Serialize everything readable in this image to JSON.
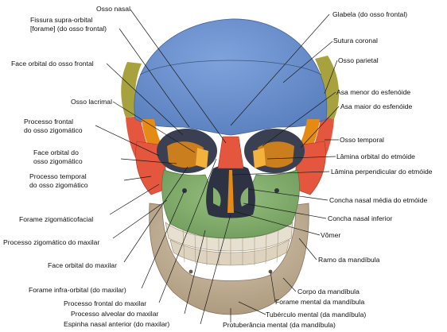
{
  "labels_left": [
    {
      "id": "osso-nasal",
      "text": "Osso nasal"
    },
    {
      "id": "fissura-1",
      "text": "Fissura supra-orbital"
    },
    {
      "id": "fissura-2",
      "text": "[forame] (do osso frontal)"
    },
    {
      "id": "face-orbital-frontal",
      "text": "Face orbital do osso frontal"
    },
    {
      "id": "osso-lacrimal",
      "text": "Osso lacrimal"
    },
    {
      "id": "processo-frontal-zig-1",
      "text": "Processo frontal"
    },
    {
      "id": "processo-frontal-zig-2",
      "text": "do osso zigomático"
    },
    {
      "id": "face-orbital-zig-1",
      "text": "Face orbital do"
    },
    {
      "id": "face-orbital-zig-2",
      "text": "osso zigomático"
    },
    {
      "id": "processo-temporal-zig-1",
      "text": "Processo temporal"
    },
    {
      "id": "processo-temporal-zig-2",
      "text": "do osso zigomático"
    },
    {
      "id": "forame-zigomaticofacial",
      "text": "Forame zigomáticofacial"
    },
    {
      "id": "processo-zigomatico-maxilar",
      "text": "Processo zigomático do maxilar"
    },
    {
      "id": "face-orbital-maxilar",
      "text": "Face orbital do maxilar"
    },
    {
      "id": "forame-infra-orbital",
      "text": "Forame infra-orbital (do maxilar)"
    },
    {
      "id": "processo-frontal-maxilar",
      "text": "Processo frontal do maxilar"
    },
    {
      "id": "processo-alveolar-maxilar",
      "text": "Processo alveolar do maxilar"
    },
    {
      "id": "espinha-nasal",
      "text": "Espinha nasal anterior (do maxilar)"
    }
  ],
  "labels_right": [
    {
      "id": "glabela",
      "text": "Glabela (do osso frontal)"
    },
    {
      "id": "sutura-coronal",
      "text": "Sutura coronal"
    },
    {
      "id": "osso-parietal",
      "text": "Osso parietal"
    },
    {
      "id": "asa-menor",
      "text": "Asa menor do esfenóide"
    },
    {
      "id": "asa-maior",
      "text": "Asa maior do esfenóide"
    },
    {
      "id": "osso-temporal",
      "text": "Osso temporal"
    },
    {
      "id": "lamina-orbital",
      "text": "Lâmina orbital do etmóide"
    },
    {
      "id": "lamina-perpendicular",
      "text": "Lâmina perpendicular do etmóide"
    },
    {
      "id": "concha-media",
      "text": "Concha nasal média do etmóide"
    },
    {
      "id": "concha-inferior",
      "text": "Concha nasal inferior"
    },
    {
      "id": "vomer",
      "text": "Vômer"
    },
    {
      "id": "ramo-mandibula",
      "text": "Ramo da mandíbula"
    },
    {
      "id": "corpo-mandibula",
      "text": "Corpo da mandíbula"
    },
    {
      "id": "forame-mental",
      "text": "Forame mental da mandíbula"
    },
    {
      "id": "tuberculo-mental",
      "text": "Tubérculo mental (da mandíbula)"
    },
    {
      "id": "protuberancia-mental",
      "text": "Protuberância mental (da mandíbula)"
    }
  ],
  "bone_colors": {
    "frontal": "#6f95d0",
    "parietal": "#a8a23e",
    "sphenoid": "#e58a14",
    "zygomatic": "#e4563e",
    "maxilla": "#86b070",
    "mandible": "#c7b79f",
    "ethmoid": "#f2b23c"
  }
}
